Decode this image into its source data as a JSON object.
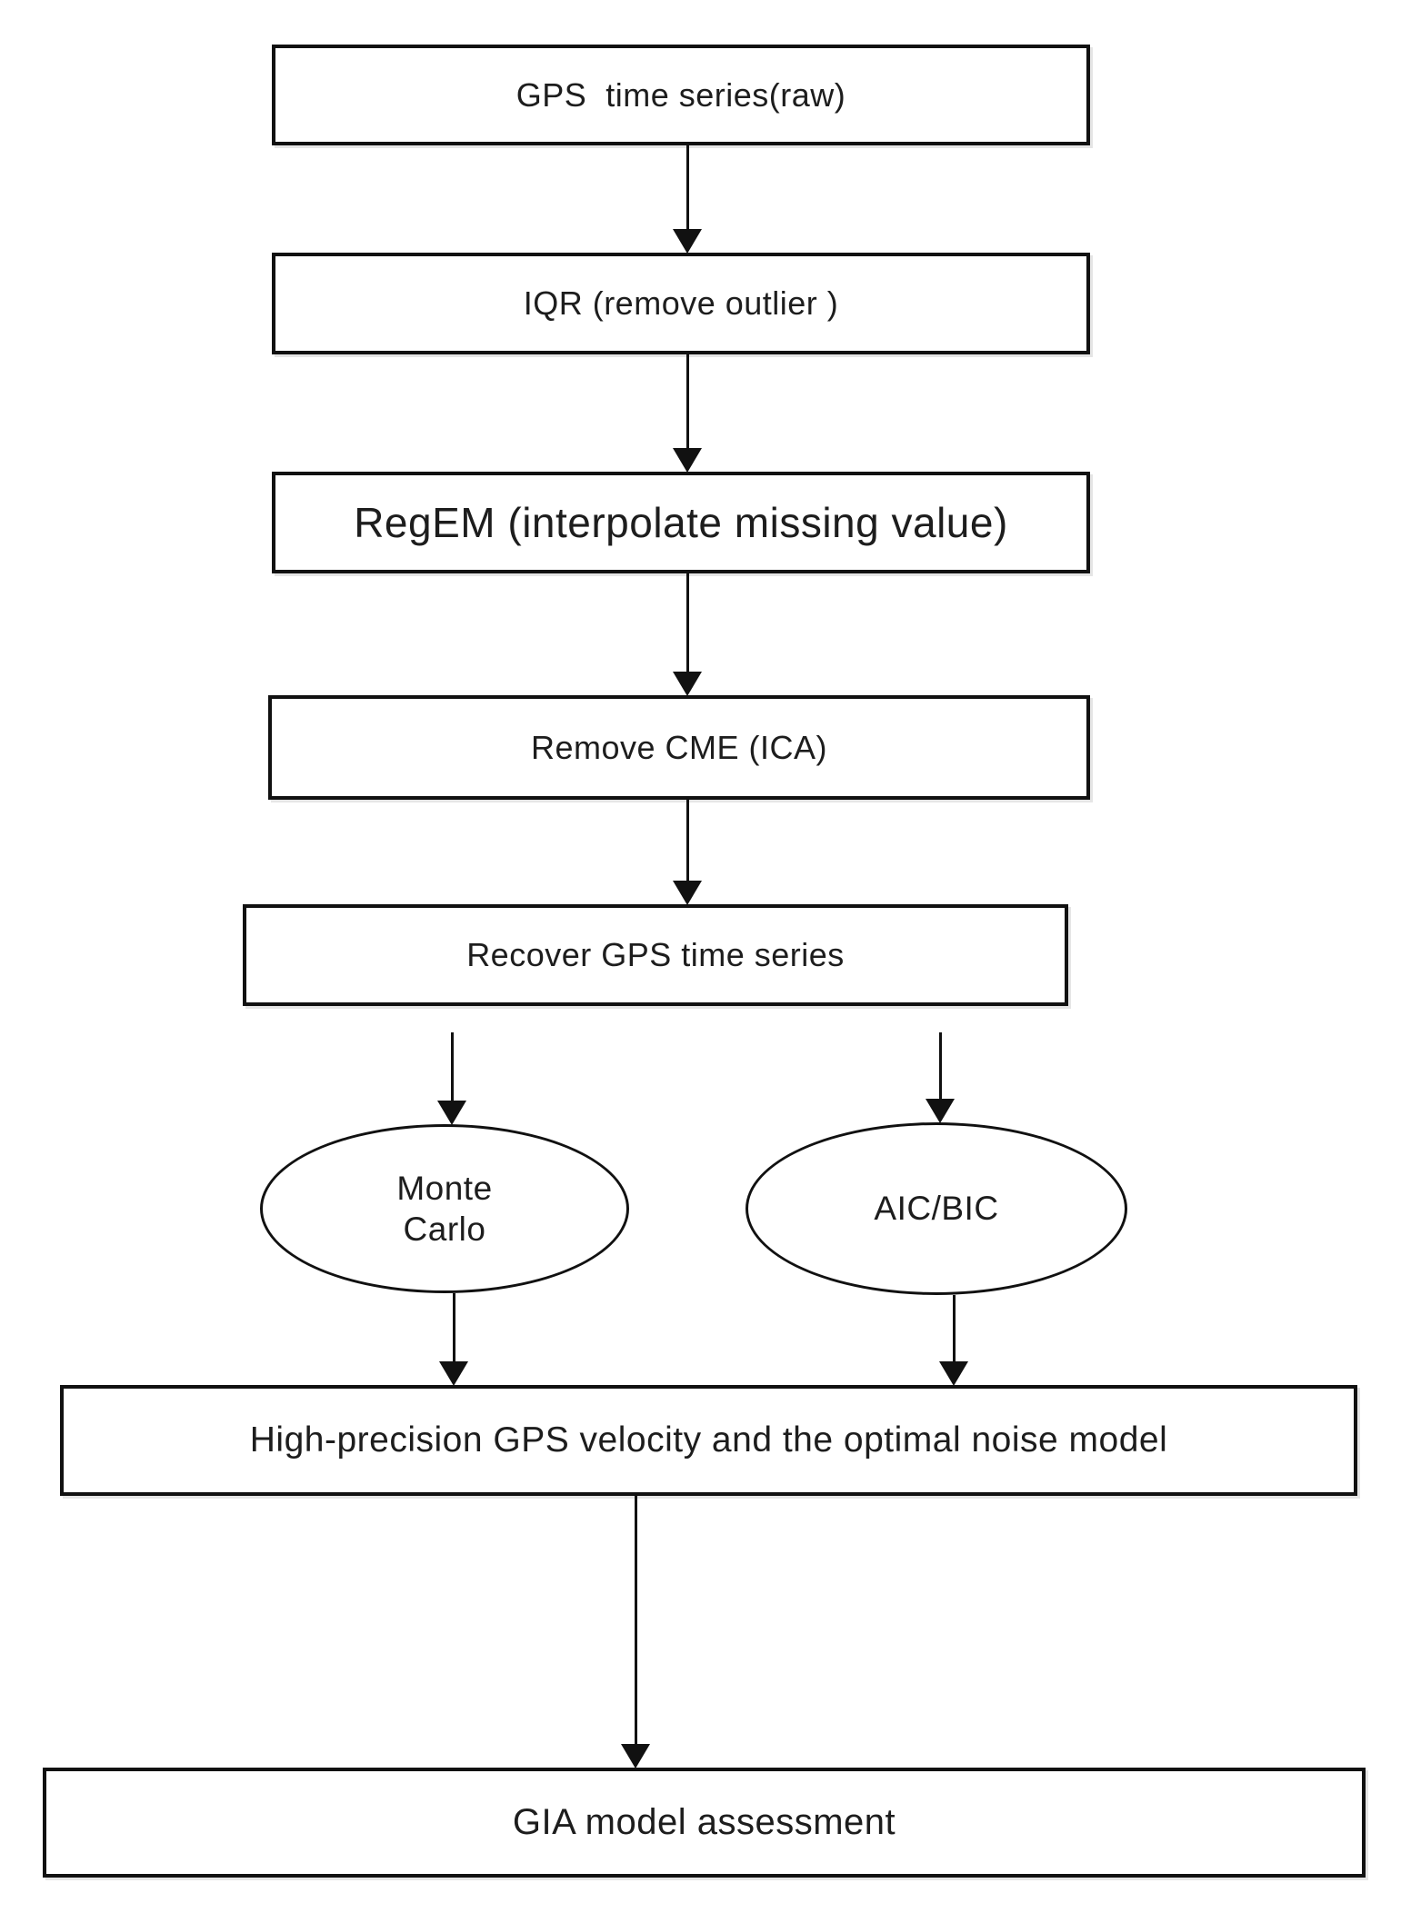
{
  "diagram": {
    "background_color": "#ffffff",
    "stroke_color": "#111111",
    "text_color": "#1d1d1d",
    "nodes": [
      {
        "id": "gps-time-series-raw",
        "shape": "rectangle",
        "label": "GPS  time series(raw)"
      },
      {
        "id": "iqr",
        "shape": "rectangle",
        "label": "IQR (remove outlier )"
      },
      {
        "id": "regem",
        "shape": "rectangle",
        "label": "RegEM (interpolate missing value)"
      },
      {
        "id": "remove-cme",
        "shape": "rectangle",
        "label": "Remove CME (ICA)"
      },
      {
        "id": "recover-gps-time-series",
        "shape": "rectangle",
        "label": "Recover GPS time series"
      },
      {
        "id": "monte-carlo",
        "shape": "ellipse",
        "label": "Monte\nCarlo"
      },
      {
        "id": "aic-bic",
        "shape": "ellipse",
        "label": "AIC/BIC"
      },
      {
        "id": "high-precision-velocity",
        "shape": "rectangle",
        "label": "High-precision GPS velocity and the optimal noise model"
      },
      {
        "id": "gia-model-assessment",
        "shape": "rectangle",
        "label": "GIA model assessment"
      }
    ],
    "edges": [
      {
        "from": "gps-time-series-raw",
        "to": "iqr"
      },
      {
        "from": "iqr",
        "to": "regem"
      },
      {
        "from": "regem",
        "to": "remove-cme"
      },
      {
        "from": "remove-cme",
        "to": "recover-gps-time-series"
      },
      {
        "from": "recover-gps-time-series",
        "to": "monte-carlo"
      },
      {
        "from": "recover-gps-time-series",
        "to": "aic-bic"
      },
      {
        "from": "monte-carlo",
        "to": "high-precision-velocity"
      },
      {
        "from": "aic-bic",
        "to": "high-precision-velocity"
      },
      {
        "from": "high-precision-velocity",
        "to": "gia-model-assessment"
      }
    ]
  }
}
